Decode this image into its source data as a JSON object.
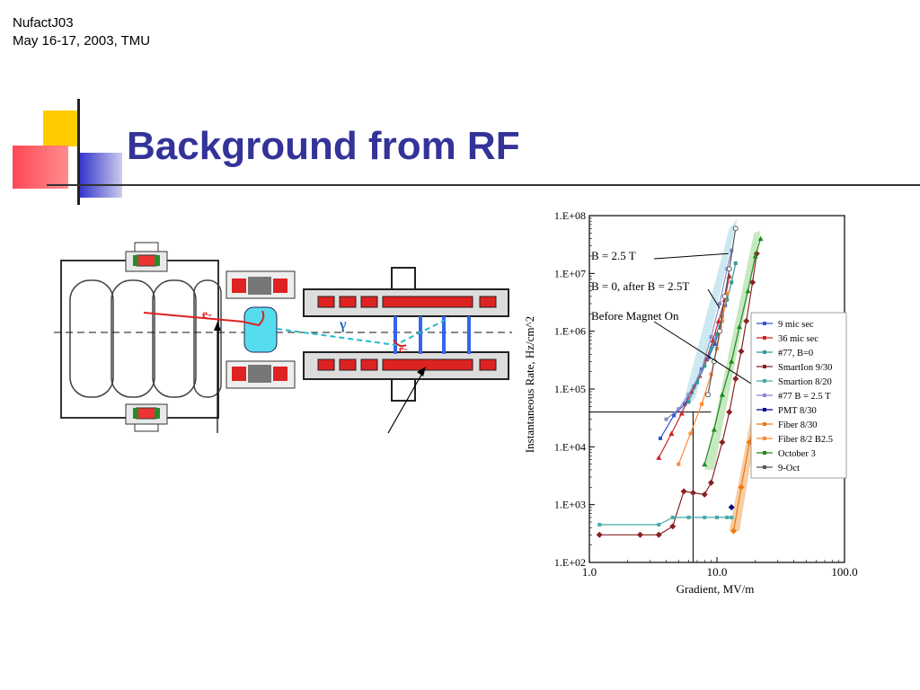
{
  "header": {
    "line1": "NufactJ03",
    "line2": "May 16-17, 2003, TMU"
  },
  "slide": {
    "title": "Background from RF"
  },
  "colors": {
    "title": "#333399",
    "accent_yellow": "#ffcc00",
    "accent_red": "#ff3333",
    "accent_blue": "#3333cc"
  },
  "diagram": {
    "electron_label_1": "e-",
    "electron_label_2": "e-",
    "gamma_label": "γ"
  },
  "chart_data": {
    "type": "scatter",
    "xscale": "log",
    "yscale": "log",
    "xlim": [
      1.0,
      100.0
    ],
    "ylim": [
      100,
      100000000
    ],
    "xlabel": "Gradient, MV/m",
    "ylabel": "Instantaneous Rate, Hz/cm^2",
    "xticks": [
      "1.0",
      "10.0",
      "100.0"
    ],
    "yticks": [
      "1.E+02",
      "1.E+03",
      "1.E+04",
      "1.E+05",
      "1.E+06",
      "1.E+07",
      "1.E+08"
    ],
    "annotations": [
      "B = 2.5 T",
      "B = 0, after B = 2.5T",
      "Before Magnet On"
    ],
    "series": [
      {
        "name": "9 mic sec",
        "color": "#3355cc",
        "points": [
          [
            3.6,
            14000
          ],
          [
            4.6,
            35000
          ],
          [
            5.6,
            55000
          ],
          [
            6.6,
            110000
          ],
          [
            7.6,
            220000
          ],
          [
            8.6,
            350000
          ],
          [
            9.6,
            600000
          ],
          [
            10.6,
            1200000
          ],
          [
            11.6,
            2800000
          ]
        ]
      },
      {
        "name": "36 mic sec",
        "color": "#cc2222",
        "points": [
          [
            3.5,
            6500
          ],
          [
            4.4,
            17000
          ],
          [
            5.3,
            38000
          ],
          [
            6.3,
            90000
          ],
          [
            7.3,
            170000
          ],
          [
            8.3,
            330000
          ],
          [
            9.3,
            700000
          ],
          [
            10.3,
            1500000
          ],
          [
            11.5,
            3500000
          ],
          [
            12.5,
            9000000
          ]
        ]
      },
      {
        "name": "#77, B=0",
        "color": "#339999",
        "points": [
          [
            6.0,
            60000
          ],
          [
            7.0,
            130000
          ],
          [
            8.0,
            250000
          ],
          [
            9.0,
            500000
          ],
          [
            10.0,
            900000
          ],
          [
            11.0,
            1800000
          ],
          [
            12.0,
            3500000
          ],
          [
            13.0,
            7000000
          ],
          [
            14.0,
            15000000
          ]
        ]
      },
      {
        "name": "SmartIon 9/30",
        "color": "#882222",
        "points": [
          [
            1.2,
            300
          ],
          [
            2.5,
            300
          ],
          [
            3.5,
            300
          ],
          [
            4.5,
            420
          ],
          [
            5.5,
            1700
          ],
          [
            6.5,
            1600
          ],
          [
            8.0,
            1500
          ],
          [
            9.0,
            2400
          ],
          [
            11.0,
            12000
          ],
          [
            12.5,
            40000
          ],
          [
            14.0,
            150000
          ],
          [
            15.5,
            450000
          ],
          [
            17.0,
            1500000
          ],
          [
            19.0,
            7000000
          ],
          [
            20.5,
            22000000
          ]
        ]
      },
      {
        "name": "Smartion 8/20",
        "color": "#44aaaa",
        "points": [
          [
            1.2,
            450
          ],
          [
            3.5,
            450
          ],
          [
            4.5,
            600
          ],
          [
            6.0,
            600
          ],
          [
            8.0,
            600
          ],
          [
            10.0,
            600
          ],
          [
            12.0,
            600
          ],
          [
            13.0,
            600
          ]
        ]
      },
      {
        "name": "#77 B = 2.5 T",
        "color": "#8888cc",
        "points": [
          [
            4.0,
            30000
          ],
          [
            5.0,
            45000
          ],
          [
            6.0,
            80000
          ],
          [
            7.5,
            200000
          ],
          [
            9.0,
            800000
          ],
          [
            10.5,
            3000000
          ],
          [
            12.0,
            12000000
          ],
          [
            13.0,
            25000000
          ]
        ]
      },
      {
        "name": "PMT 8/30",
        "color": "#000088",
        "points": [
          [
            13.0,
            900
          ]
        ]
      },
      {
        "name": "Fiber 8/30",
        "color": "#ee7711",
        "points": [
          [
            13.5,
            350
          ],
          [
            15.5,
            2000
          ],
          [
            18.0,
            12000
          ],
          [
            20.0,
            35000
          ]
        ]
      },
      {
        "name": "Fiber 8/2 B2.5",
        "color": "#ff8833",
        "points": [
          [
            5.0,
            5000
          ],
          [
            6.2,
            17000
          ],
          [
            7.6,
            55000
          ],
          [
            9.0,
            180000
          ],
          [
            10.0,
            500000
          ],
          [
            11.0,
            1500000
          ],
          [
            12.0,
            4500000
          ]
        ]
      },
      {
        "name": "October 3",
        "color": "#228822",
        "points": [
          [
            8.0,
            5000
          ],
          [
            9.5,
            20000
          ],
          [
            11.0,
            80000
          ],
          [
            13.0,
            300000
          ],
          [
            15.0,
            1200000
          ],
          [
            17.5,
            5000000
          ],
          [
            20.0,
            20000000
          ],
          [
            22.0,
            40000000
          ]
        ]
      },
      {
        "name": "9-Oct",
        "color": "#555555",
        "points": [
          [
            8.5,
            80000
          ],
          [
            9.5,
            300000
          ],
          [
            10.5,
            1000000
          ],
          [
            11.5,
            4000000
          ],
          [
            12.5,
            12000000
          ],
          [
            14.0,
            60000000
          ]
        ]
      }
    ]
  }
}
